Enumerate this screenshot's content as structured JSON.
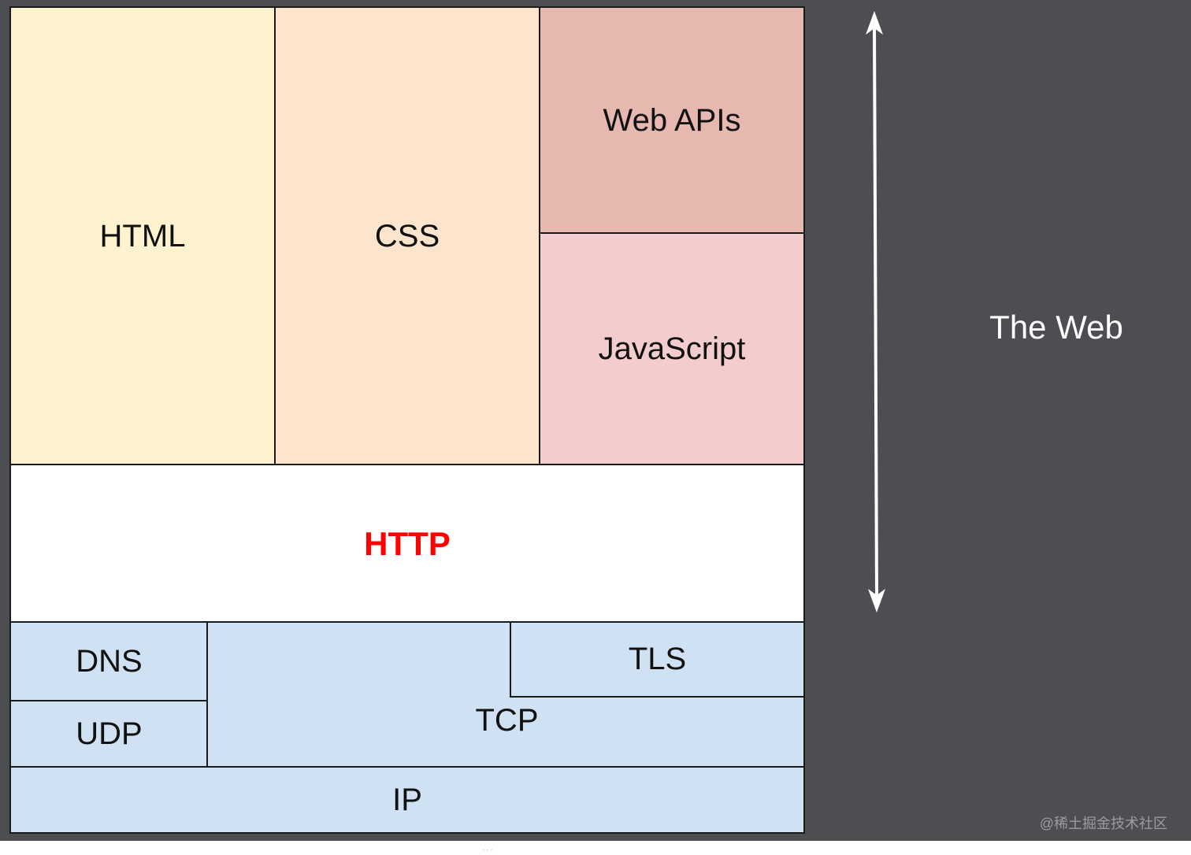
{
  "diagram": {
    "layers": {
      "html": "HTML",
      "css": "CSS",
      "web_apis": "Web APIs",
      "javascript": "JavaScript",
      "http": "HTTP",
      "dns": "DNS",
      "udp": "UDP",
      "tcp": "TCP",
      "tls": "TLS",
      "ip": "IP"
    },
    "side_label": "The Web",
    "watermark": "@稀土掘金技术社区"
  },
  "colors": {
    "background": "#4d4e51",
    "html": "#fef2cf",
    "css": "#fce5cc",
    "web_apis": "#e7b8b0",
    "javascript": "#f3cdcd",
    "http_box": "#ffffff",
    "http_text": "#ff0000",
    "network": "#cfe1f2",
    "border": "#1a1a1a",
    "arrow": "#ffffff"
  }
}
